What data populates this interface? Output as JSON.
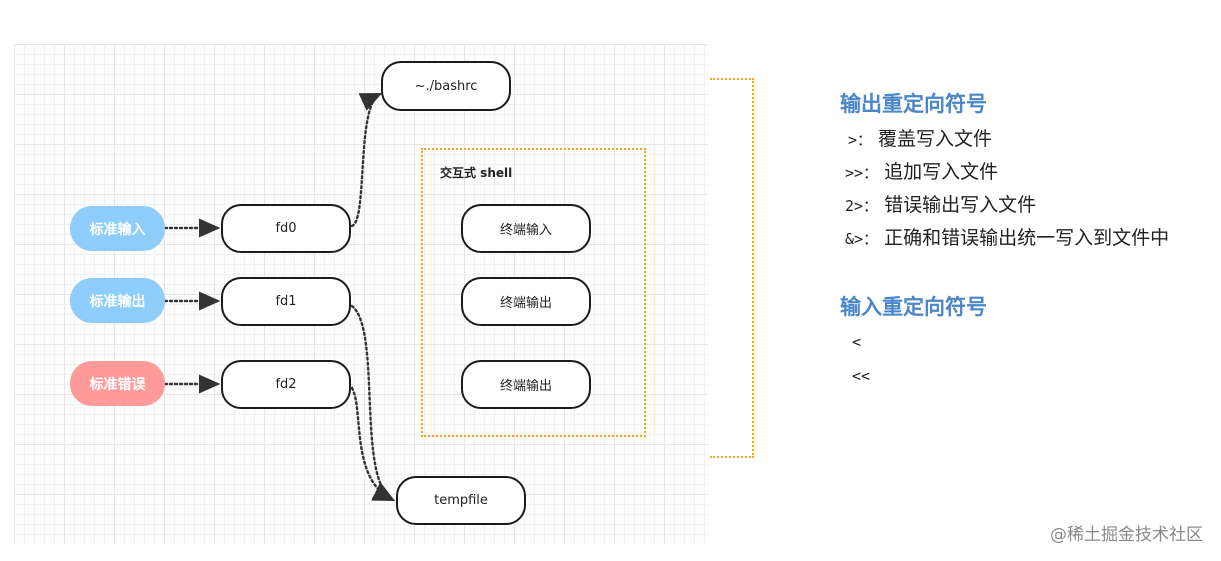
{
  "diagram": {
    "inputs": [
      {
        "label": "标准输入",
        "color": "#8ecdfb"
      },
      {
        "label": "标准输出",
        "color": "#8ecdfb"
      },
      {
        "label": "标准错误",
        "color": "#ff9a9a"
      }
    ],
    "fds": [
      "fd0",
      "fd1",
      "fd2"
    ],
    "bashrc": "~./bashrc",
    "tempfile": "tempfile",
    "shell": {
      "title": "交互式 shell",
      "terminals": [
        "终端输入",
        "终端输出",
        "终端输出"
      ]
    }
  },
  "legend": {
    "output_heading": "输出重定向符号",
    "output_items": [
      {
        "symbol": ">：",
        "text": "覆盖写入文件"
      },
      {
        "symbol": ">>：",
        "text": "追加写入文件"
      },
      {
        "symbol": "2>：",
        "text": "错误输出写入文件"
      },
      {
        "symbol": "&>：",
        "text": "正确和错误输出统一写入到文件中"
      }
    ],
    "input_heading": "输入重定向符号",
    "input_items": [
      "<",
      "<<"
    ]
  },
  "watermark": "@稀土掘金技术社区",
  "colors": {
    "heading": "#4a86c8",
    "accent_dotted": "#f5a623",
    "pill_blue": "#8ecdfb",
    "pill_red": "#ff9a9a"
  }
}
